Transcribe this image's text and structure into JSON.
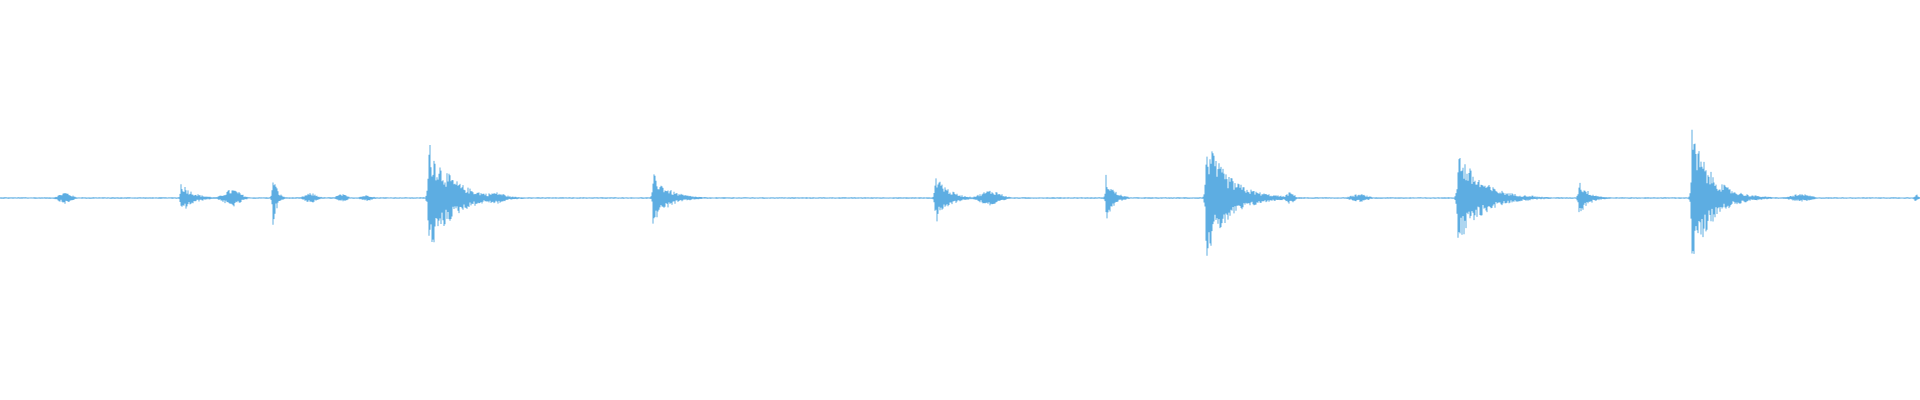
{
  "waveform": {
    "color": "#5DADE2",
    "baseline_color": "#7fbde8",
    "duration_fraction_events": [
      {
        "t": 0.034,
        "amp": 0.03,
        "decay": 0.006,
        "kind": "blip"
      },
      {
        "t": 0.094,
        "amp": 0.09,
        "decay": 0.006,
        "kind": "spike"
      },
      {
        "t": 0.121,
        "amp": 0.045,
        "decay": 0.008,
        "kind": "blip"
      },
      {
        "t": 0.142,
        "amp": 0.16,
        "decay": 0.002,
        "kind": "spike"
      },
      {
        "t": 0.162,
        "amp": 0.025,
        "decay": 0.006,
        "kind": "blip"
      },
      {
        "t": 0.178,
        "amp": 0.02,
        "decay": 0.005,
        "kind": "blip"
      },
      {
        "t": 0.191,
        "amp": 0.015,
        "decay": 0.006,
        "kind": "blip"
      },
      {
        "t": 0.223,
        "amp": 0.3,
        "decay": 0.012,
        "kind": "spike"
      },
      {
        "t": 0.258,
        "amp": 0.03,
        "decay": 0.01,
        "kind": "blip"
      },
      {
        "t": 0.34,
        "amp": 0.13,
        "decay": 0.008,
        "kind": "spike"
      },
      {
        "t": 0.487,
        "amp": 0.15,
        "decay": 0.006,
        "kind": "spike"
      },
      {
        "t": 0.516,
        "amp": 0.04,
        "decay": 0.01,
        "kind": "blip"
      },
      {
        "t": 0.576,
        "amp": 0.12,
        "decay": 0.004,
        "kind": "spike"
      },
      {
        "t": 0.628,
        "amp": 0.31,
        "decay": 0.012,
        "kind": "spike"
      },
      {
        "t": 0.672,
        "amp": 0.03,
        "decay": 0.004,
        "kind": "blip"
      },
      {
        "t": 0.708,
        "amp": 0.02,
        "decay": 0.008,
        "kind": "blip"
      },
      {
        "t": 0.759,
        "amp": 0.26,
        "decay": 0.012,
        "kind": "spike"
      },
      {
        "t": 0.795,
        "amp": 0.015,
        "decay": 0.01,
        "kind": "blip"
      },
      {
        "t": 0.822,
        "amp": 0.1,
        "decay": 0.005,
        "kind": "spike"
      },
      {
        "t": 0.881,
        "amp": 0.36,
        "decay": 0.01,
        "kind": "spike"
      },
      {
        "t": 0.91,
        "amp": 0.015,
        "decay": 0.012,
        "kind": "blip"
      },
      {
        "t": 0.938,
        "amp": 0.02,
        "decay": 0.01,
        "kind": "blip"
      },
      {
        "t": 0.998,
        "amp": 0.02,
        "decay": 0.002,
        "kind": "blip"
      }
    ]
  }
}
